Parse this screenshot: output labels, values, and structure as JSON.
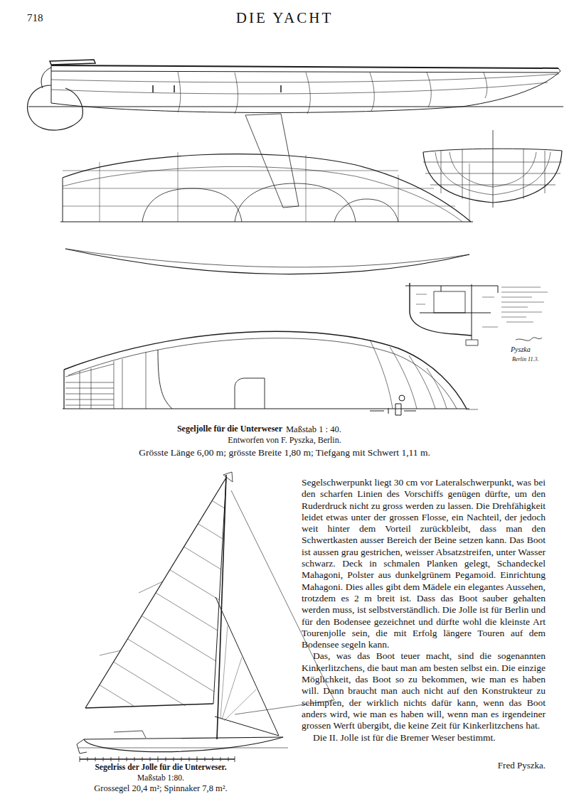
{
  "diagram": {
    "title": "DIE YACHT",
    "labels": [
      "718",
      "Segeljolle für die Unterweser",
      "Maßstab 1 : 40.",
      "Entworfen von F. Pyszka, Berlin.",
      "Grösste Länge 6,00 m; grösste Breite 1,80 m; Tiefgang mit Schwert 1,11 m.",
      "Segelriss der Jolle für die Unterweser.",
      "Maßstab 1:80.",
      "Grossegel 20,4 m²; Spinnaker 7,8 m².",
      "Segelschwerpunkt liegt 30 cm vor Lateralschwerpunkt, was bei den scharfen Linien des Vorschiffs genügen dürfte, um den Ruderdruck nicht zu gross werden zu lassen. Die Drehfähigkeit leidet etwas unter der grossen Flosse, ein Nachteil, der jedoch weit hinter dem Vorteil zurückbleibt, dass man den Schwertkasten ausser Bereich der Beine setzen kann. Das Boot ist aussen grau gestrichen, weisser Absatzstreifen, unter Wasser schwarz. Deck in schmalen Planken gelegt, Schandeckel Mahagoni, Polster aus dunkelgrünem Pegamoid. Einrichtung Mahagoni. Dies alles gibt dem Mädele ein elegantes Aussehen, trotzdem es 2 m breit ist. Dass das Boot sauber gehalten werden muss, ist selbstverständlich. Die Jolle ist für Berlin und für den Bodensee gezeichnet und dürfte wohl die kleinste Art Tourenjolle sein, die mit Erfolg längere Touren auf dem Bodensee segeln kann.",
      "Das, was das Boot teuer macht, sind die sogenannten Kinkerlitzchens, die baut man am besten selbst ein. Die einzige Möglichkeit, das Boot so zu bekommen, wie man es haben will. Dann braucht man auch nicht auf den Konstrukteur zu schimpfen, der wirklich nichts dafür kann, wenn das Boot anders wird, wie man es haben will, wenn man es irgendeiner grossen Werft übergibt, die keine Zeit für Kinkerlitzchens hat.",
      "Die II. Jolle ist für die Bremer Weser bestimmt.",
      "Fred Pyszka.",
      "Pyszka",
      "Berlin 11.3."
    ]
  }
}
